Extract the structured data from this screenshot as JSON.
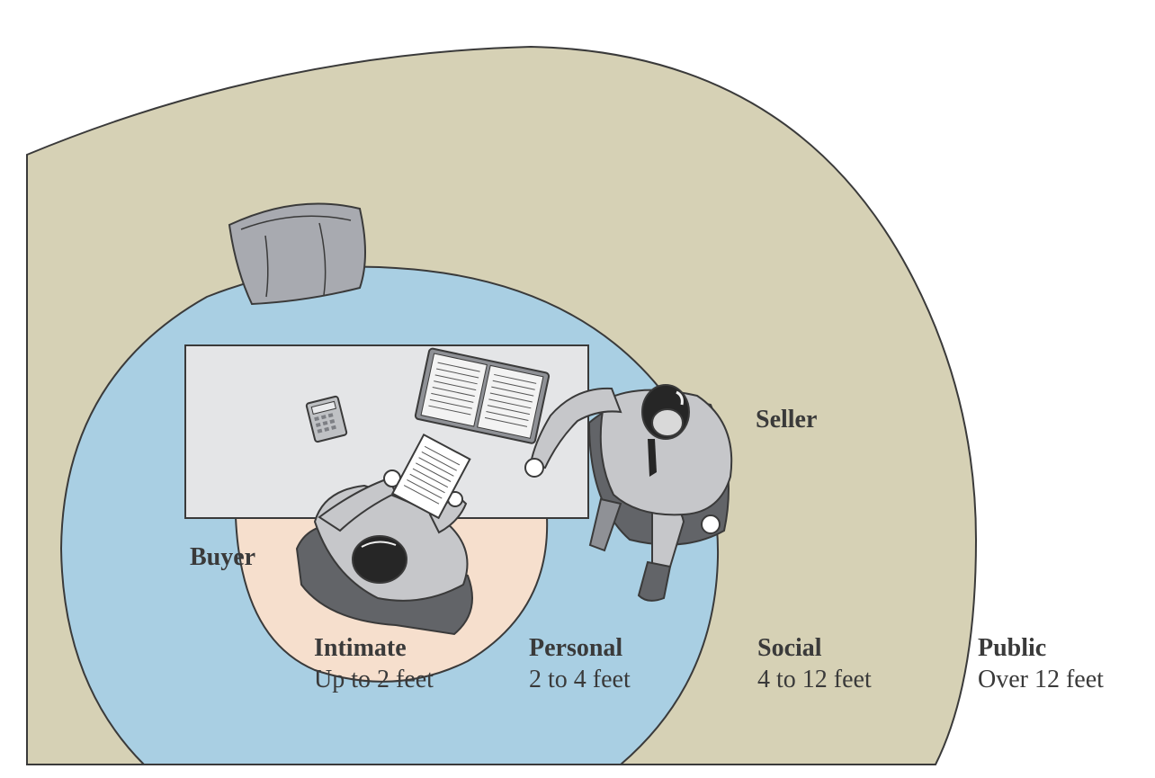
{
  "people": {
    "buyer": "Buyer",
    "seller": "Seller"
  },
  "zones": [
    {
      "id": "intimate",
      "name": "Intimate",
      "distance": "Up to 2 feet",
      "color": "#f6dfcd"
    },
    {
      "id": "personal",
      "name": "Personal",
      "distance": "2 to 4 feet",
      "color": "#a9cfe3"
    },
    {
      "id": "social",
      "name": "Social",
      "distance": "4 to 12 feet",
      "color": "#a9cfe3"
    },
    {
      "id": "public",
      "name": "Public",
      "distance": "Over 12 feet",
      "color": "#d6d1b5"
    }
  ],
  "colors": {
    "public_zone": "#d6d1b5",
    "blue_zone": "#a9cfe3",
    "intimate_zone": "#f6dfcd",
    "desk": "#e4e5e7",
    "furniture": "#a8aab0",
    "suit": "#c6c7ca",
    "hair": "#262626"
  },
  "icons": [
    "office-chair",
    "desk",
    "calculator",
    "open-binder",
    "document",
    "buyer-figure",
    "seller-figure"
  ]
}
